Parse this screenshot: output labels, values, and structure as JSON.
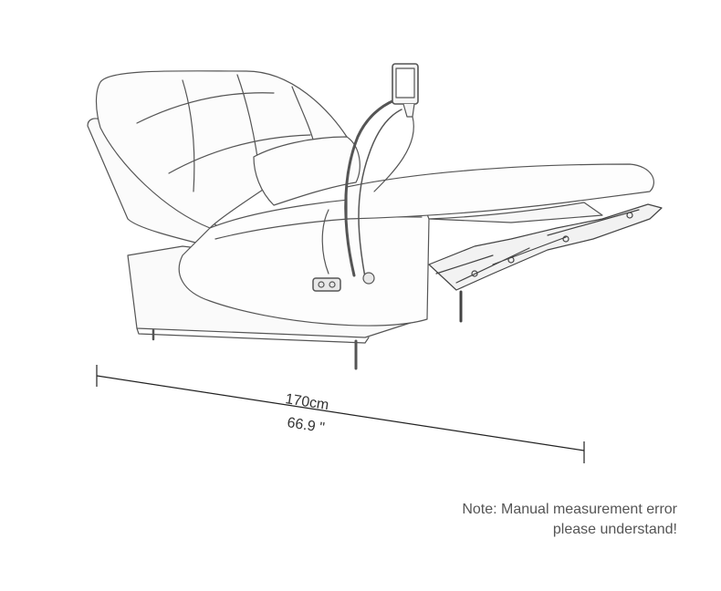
{
  "dimension": {
    "metric": "170cm",
    "imperial": "66.9 \""
  },
  "note": {
    "line1": "Note: Manual measurement error",
    "line2": "please understand!"
  }
}
